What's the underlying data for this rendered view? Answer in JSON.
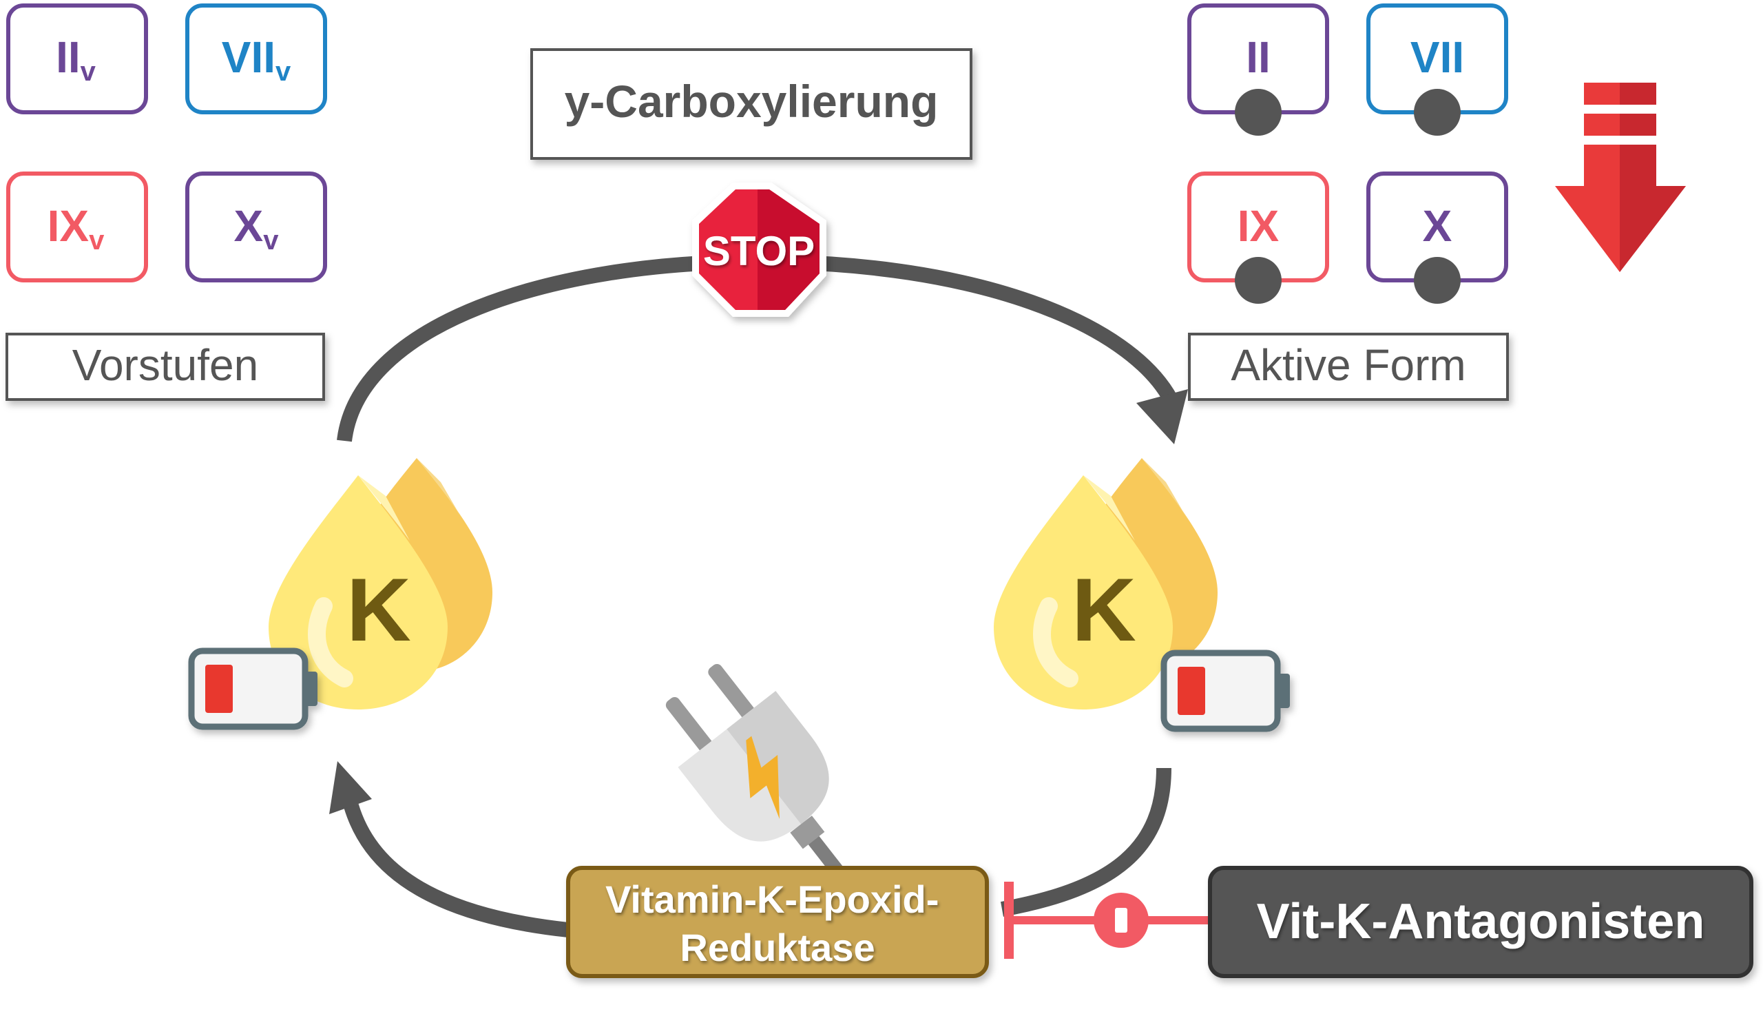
{
  "precursors": {
    "label": "Vorstufen",
    "factors": [
      {
        "main": "II",
        "sub": "v",
        "color": "#6B4796"
      },
      {
        "main": "VII",
        "sub": "v",
        "color": "#1F84C6"
      },
      {
        "main": "IX",
        "sub": "v",
        "color": "#F25A64"
      },
      {
        "main": "X",
        "sub": "v",
        "color": "#6B4796"
      }
    ]
  },
  "active": {
    "label": "Aktive Form",
    "factors": [
      {
        "main": "II",
        "color": "#6B4796"
      },
      {
        "main": "VII",
        "color": "#1F84C6"
      },
      {
        "main": "IX",
        "color": "#F25A64"
      },
      {
        "main": "X",
        "color": "#6B4796"
      }
    ]
  },
  "process": {
    "title": "y-Carboxylierung",
    "stop_sign": "STOP"
  },
  "vitamin": {
    "letter_left": "K",
    "letter_right": "K"
  },
  "enzyme": {
    "line1": "Vitamin-K-Epoxid-",
    "line2": "Reduktase"
  },
  "antagonist": {
    "label": "Vit-K-Antagonisten"
  },
  "colors": {
    "arrow": "#555555",
    "down_arrow": "#E93A3A",
    "enzyme_fill": "#C9A552",
    "enzyme_border": "#7A5A12",
    "antagonist_fill": "#555555",
    "inhibit": "#F25A64",
    "drop_light": "#FFE97A",
    "drop_dark": "#F8C95A",
    "battery_low": "#E8392F"
  },
  "icons": [
    "stop-sign-icon",
    "vitamin-k-drop-icon",
    "low-battery-icon",
    "power-plug-icon",
    "down-arrow-icon",
    "inhibition-icon"
  ]
}
